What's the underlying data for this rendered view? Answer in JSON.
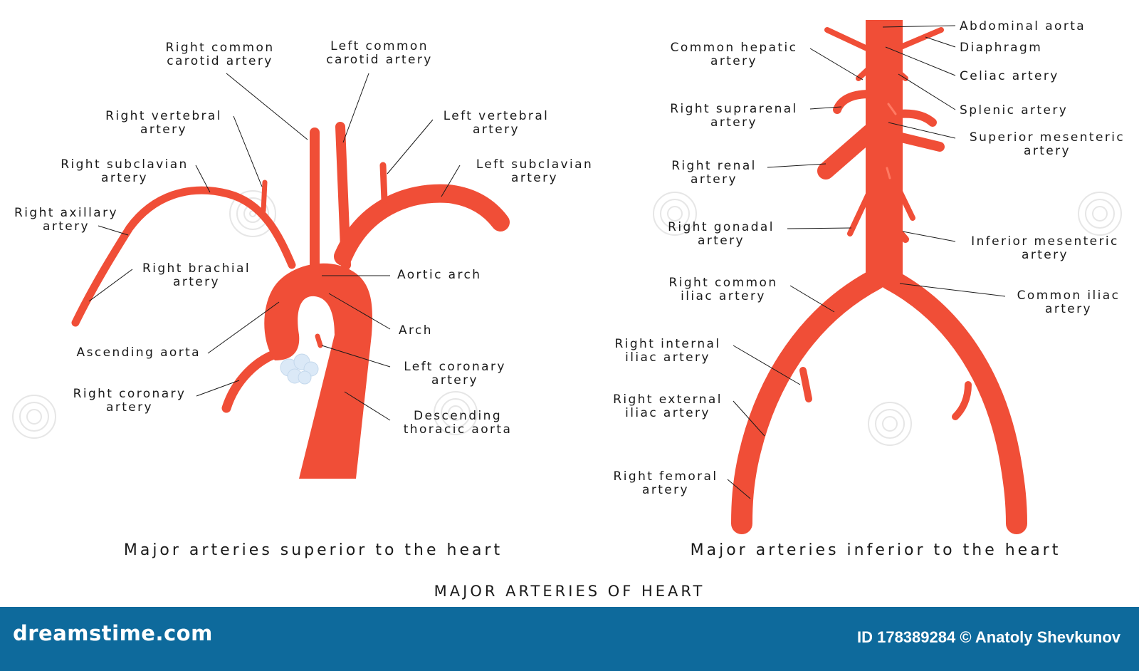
{
  "title": "MAJOR ARTERIES OF HEART",
  "panels": {
    "superior": {
      "caption": "Major arteries superior to the heart",
      "labels": {
        "right_common_carotid": [
          "Right common",
          "carotid artery"
        ],
        "left_common_carotid": [
          "Left common",
          "carotid artery"
        ],
        "right_vertebral": [
          "Right vertebral",
          "artery"
        ],
        "left_vertebral": [
          "Left vertebral",
          "artery"
        ],
        "right_subclavian": [
          "Right subclavian",
          "artery"
        ],
        "left_subclavian": [
          "Left subclavian",
          "artery"
        ],
        "right_axillary": [
          "Right axillary",
          "artery"
        ],
        "right_brachial": [
          "Right  brachial",
          "artery"
        ],
        "aortic_arch": [
          "Aortic arch"
        ],
        "arch": [
          "Arch"
        ],
        "ascending_aorta": [
          "Ascending aorta"
        ],
        "left_coronary": [
          "Left coronary",
          "artery"
        ],
        "right_coronary": [
          "Right coronary",
          "artery"
        ],
        "descending_thoracic": [
          "Descending",
          "thoracic  aorta"
        ]
      }
    },
    "inferior": {
      "caption": "Major arteries inferior to the heart",
      "labels": {
        "abdominal_aorta": [
          "Abdominal aorta"
        ],
        "diaphragm": [
          "Diaphragm"
        ],
        "common_hepatic": [
          "Common hepatic",
          "artery"
        ],
        "celiac": [
          "Celiac artery"
        ],
        "splenic": [
          "Splenic artery"
        ],
        "right_suprarenal": [
          "Right suprarenal",
          "artery"
        ],
        "superior_mesenteric": [
          "Superior mesenteric",
          "artery"
        ],
        "right_renal": [
          "Right renal",
          "artery"
        ],
        "right_gonadal": [
          "Right gonadal",
          "artery"
        ],
        "inferior_mesenteric": [
          "Inferior mesenteric",
          "artery"
        ],
        "right_common_iliac": [
          "Right common",
          "iliac artery"
        ],
        "common_iliac": [
          "Common iliac",
          "artery"
        ],
        "right_internal_iliac": [
          "Right internal",
          "iliac artery"
        ],
        "right_external_iliac": [
          "Right external",
          "iliac artery"
        ],
        "right_femoral": [
          "Right femoral",
          "artery"
        ]
      }
    }
  },
  "footer": {
    "brand": "dreamstime.com",
    "credit": "ID 178389284 © Anatoly Shevkunov"
  },
  "colors": {
    "artery": "#f04e37",
    "artery_highlight": "#ff7a63",
    "leader": "#1a1a1a",
    "footer": "#0e6a9c",
    "heart_fat": "#dbe9f7"
  },
  "icons": {
    "watermark": "dreamstime-spiral-icon"
  }
}
